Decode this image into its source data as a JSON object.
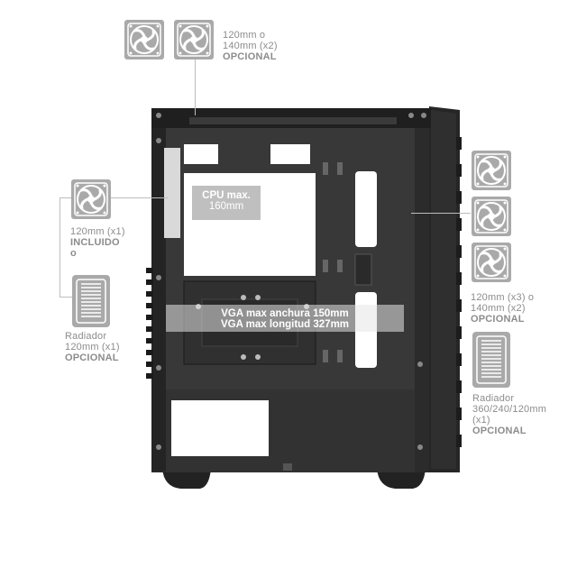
{
  "top_fans": {
    "line1": "120mm o",
    "line2": "140mm (x2)",
    "line3": "OPCIONAL"
  },
  "left_fan": {
    "line1": "120mm (x1)",
    "line2": "INCLUIDO",
    "line3": "o"
  },
  "left_radiator": {
    "line1": "Radiador",
    "line2": "120mm (x1)",
    "line3": "OPCIONAL"
  },
  "right_fans": {
    "line1": "120mm (x3) o",
    "line2": "140mm (x2)",
    "line3": "OPCIONAL"
  },
  "right_radiator": {
    "line1": "Radiador",
    "line2": "360/240/120mm",
    "line3": "(x1)",
    "line4": "OPCIONAL"
  },
  "cpu": {
    "line1": "CPU max.",
    "line2": "160mm"
  },
  "vga": {
    "line1": "VGA max anchura 150mm",
    "line2": "VGA max longitud 327mm"
  },
  "colors": {
    "icon_gray": "#a9a9a9",
    "case_dark": "#2a2a2a",
    "label_gray": "#8c8c8c"
  }
}
